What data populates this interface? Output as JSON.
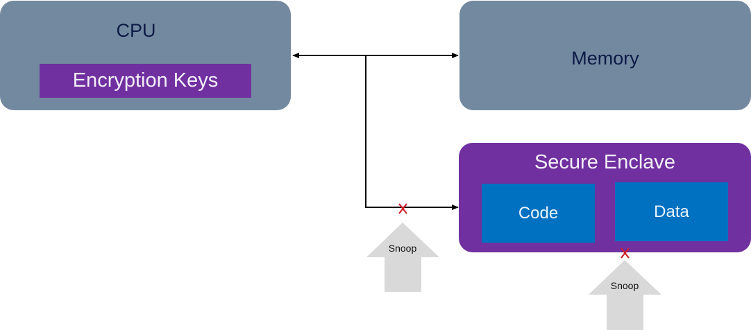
{
  "cpu": {
    "title": "CPU",
    "keys_label": "Encryption Keys"
  },
  "memory": {
    "title": "Memory"
  },
  "enclave": {
    "title": "Secure Enclave",
    "code_label": "Code",
    "data_label": "Data"
  },
  "snoops": [
    {
      "label": "Snoop",
      "target": "bus-to-enclave",
      "blocked": true
    },
    {
      "label": "Snoop",
      "target": "enclave-data",
      "blocked": true
    }
  ],
  "colors": {
    "component_gray": "#7389a0",
    "enclave_purple": "#7030a0",
    "inner_blue": "#0070c0",
    "block_red": "#d0202a",
    "snoop_gray": "#d9d9d9"
  }
}
